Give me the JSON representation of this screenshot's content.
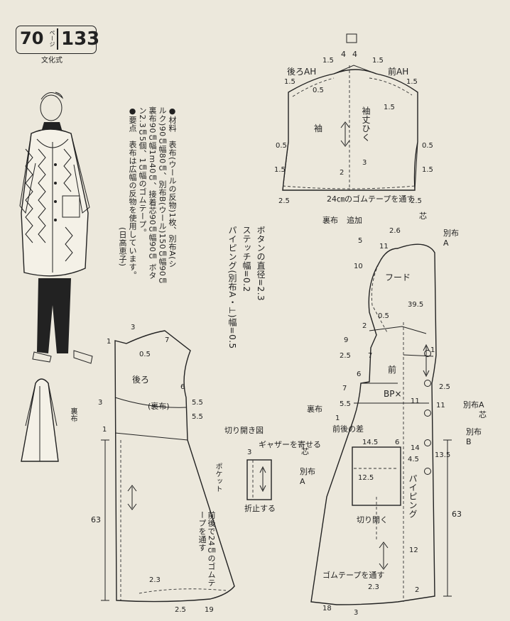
{
  "badge": {
    "page_num": "70",
    "page_unit": "ページ",
    "pattern_num": "133",
    "subtitle": "文化式"
  },
  "materials": {
    "col1": "●材料　表布(ウールの反物)1枚、別布A(シ",
    "col2": "ルク)90㎝幅80㎝、別布B(ウール)150㎝幅90㎝",
    "col3": "裏布90㎝幅1m40㎝、接着芯90㎝幅90㎝ ボタ",
    "col4": "ン2.3㎝5個、1㎝幅のゴムテープ。",
    "col5": "●要点　表布は広幅の反物を使用しています。",
    "col6": "(日高恵子)"
  },
  "specs": {
    "button": "ボタンの直径=2.3",
    "stitch": "ステッチ幅=0.2",
    "piping": "パイピング(別布A・⊥)幅=0.5"
  },
  "sleeve": {
    "back_ah": "後ろAH",
    "front_ah": "前AH",
    "name": "袖",
    "sleeve_len": "袖丈ひく",
    "elastic": "24㎝のゴムテープを通す",
    "lining": "裏布",
    "ease": "追加",
    "m_top_left": "4",
    "m_top_right": "4",
    "m_15a": "1.5",
    "m_15b": "1.5",
    "m_15c": "1.5",
    "m_15d": "1.5",
    "m_05a": "0.5",
    "m_05b": "0.5",
    "m_05c": "0.5",
    "m_15e": "1.5",
    "m_15f": "1.5",
    "m_3": "3",
    "m_2": "2",
    "m_25a": "2.5",
    "m_25b": "2.5"
  },
  "hood": {
    "name": "フード",
    "interfacing": "芯",
    "cloth_a": "別布\nA",
    "m_26": "2.6",
    "m_5": "5",
    "m_11": "11",
    "m_10": "10",
    "m_395": "39.5",
    "m_2": "2",
    "m_05": "0.5",
    "m_9": "9",
    "m_25": "2.5",
    "m_7": "7"
  },
  "back": {
    "name": "後ろ",
    "lining_label": "(裏布)",
    "lining_side": "裏布",
    "m_3top": "3",
    "m_1top": "1",
    "m_7": "7",
    "m_05": "0.5",
    "m_6": "6",
    "m_55a": "5.5",
    "m_55b": "5.5",
    "m_3side": "3",
    "m_1b": "1",
    "m_63": "63",
    "m_23": "2.3",
    "m_25": "2.5",
    "m_19": "19",
    "elastic": "前後で24㎝のゴムテープを通す"
  },
  "pocket": {
    "title": "切り開き図",
    "gather": "ギャザーを寄せる",
    "label": "ポケット",
    "fold": "折止する",
    "m_3": "3",
    "fabric_a": "芯",
    "cloth_a": "別布\nA",
    "diff": "前後の差"
  },
  "front": {
    "name": "前",
    "bp": "BP×",
    "lining": "裏布",
    "piping": "パイピング",
    "cut_open": "切り開く",
    "elastic": "ゴムテープを通す",
    "cloth_a": "別布A",
    "cloth_b": "別布\nB",
    "interfacing": "芯",
    "m_6": "6",
    "m_7": "7",
    "m_55": "5.5",
    "m_11a": "11",
    "m_11b": "11",
    "m_1": "1",
    "m_145": "14.5",
    "m_6b": "6",
    "m_14": "14",
    "m_45": "4.5",
    "m_125": "12.5",
    "m_135": "13.5",
    "m_25": "2.5",
    "m_63": "63",
    "m_12": "12",
    "m_23": "2.3",
    "m_2": "2",
    "m_18": "18",
    "m_3": "3",
    "m_1c": "1"
  }
}
